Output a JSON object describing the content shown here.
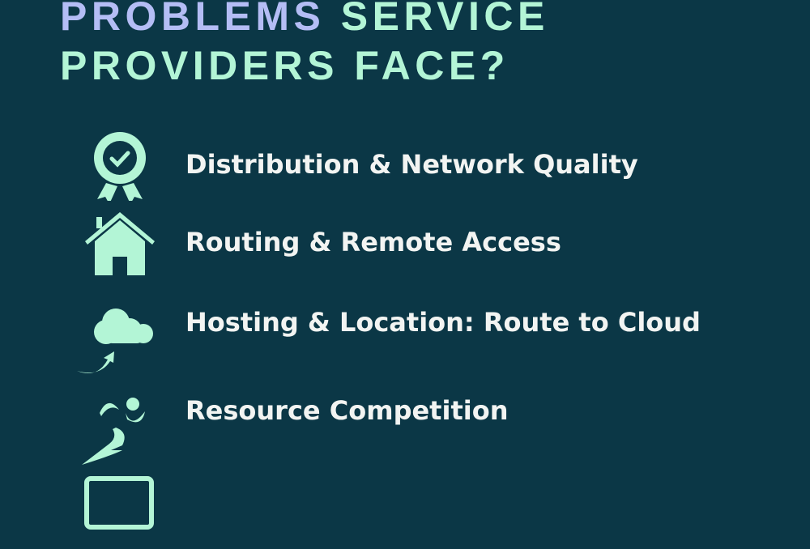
{
  "colors": {
    "background": "#0b3746",
    "accent_green": "#b3f5d6",
    "accent_purple": "#b4bdf5",
    "text": "#f2f4f2"
  },
  "title": {
    "line1_highlight": "PROBLEMS",
    "line1_rest": " SERVICE",
    "line2": "PROVIDERS FACE?"
  },
  "items": [
    {
      "label": "Distribution & Network Quality",
      "icon": "award-badge-icon"
    },
    {
      "label": "Routing & Remote Access",
      "icon": "house-icon"
    },
    {
      "label": "Hosting & Location: Route to Cloud",
      "icon": "cloud-upload-icon"
    },
    {
      "label": "Resource Competition",
      "icon": "runner-icon"
    },
    {
      "label": "",
      "icon": "monitor-icon"
    }
  ]
}
